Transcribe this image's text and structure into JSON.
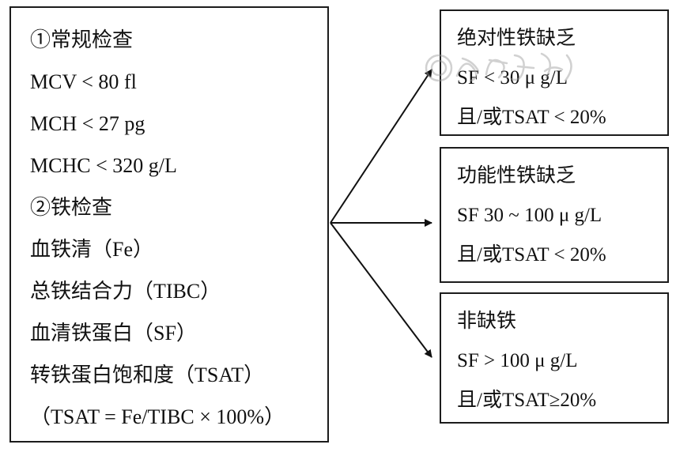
{
  "left_panel": {
    "lines": [
      "①常规检查",
      "MCV < 80 fl",
      "MCH < 27 pg",
      "MCHC < 320 g/L",
      "②铁检查",
      "血铁清（Fe）",
      "总铁结合力（TIBC）",
      "血清铁蛋白（SF）",
      "转铁蛋白饱和度（TSAT）",
      "（TSAT = Fe/TIBC × 100%）"
    ]
  },
  "right_panels": [
    {
      "title": "绝对性铁缺乏",
      "line1": "SF < 30 μ g/L",
      "line2": "且/或TSAT < 20%"
    },
    {
      "title": "功能性铁缺乏",
      "line1": "SF 30 ~ 100 μ g/L",
      "line2": "且/或TSAT < 20%"
    },
    {
      "title": "非缺铁",
      "line1": "SF > 100 μ g/L",
      "line2": "且/或TSAT≥20%"
    }
  ],
  "colors": {
    "border": "#1c1c1c",
    "text": "#111111",
    "watermark_gray": "#9a9a9a"
  }
}
